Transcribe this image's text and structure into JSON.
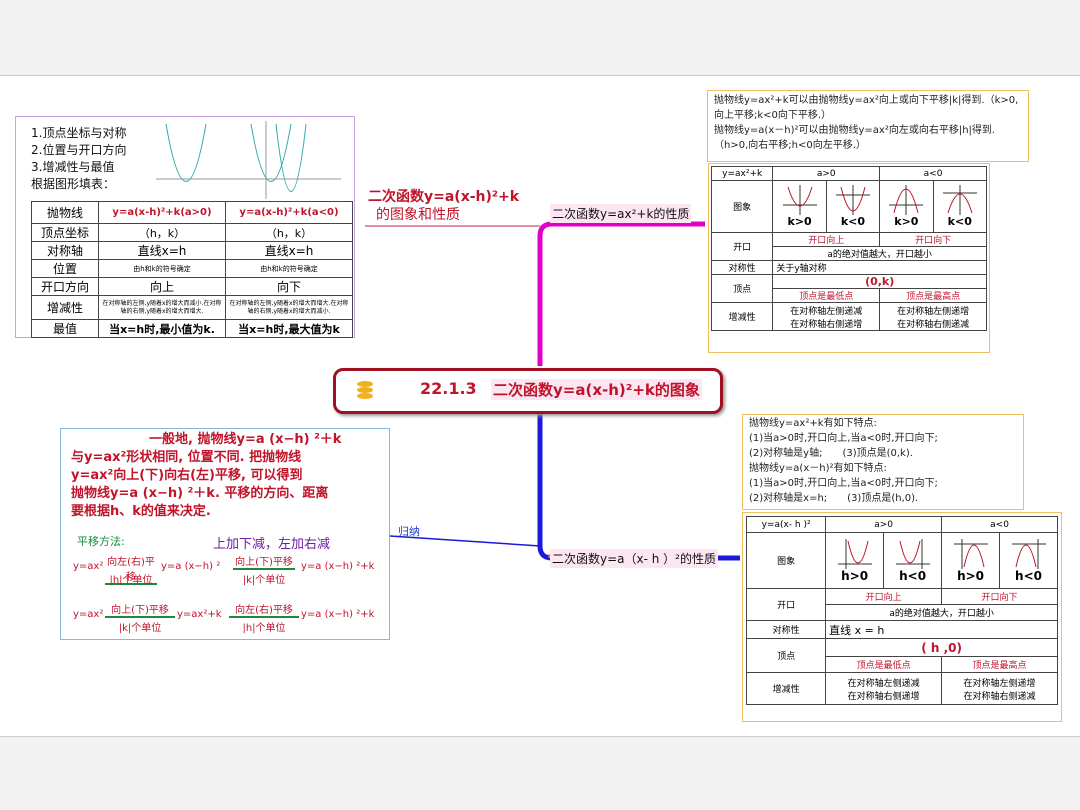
{
  "central": {
    "number": "22.1.3",
    "title": "二次函数y=a(x-h)²+k的图象"
  },
  "branch_top_left": {
    "label_line1": "二次函数y=a(x-h)²+k",
    "label_line2": "的图象和性质"
  },
  "branch_top_right": {
    "label": "二次函数y=ax²+k的性质"
  },
  "branch_bottom_left": {
    "label": "归纳"
  },
  "branch_bottom_right": {
    "label": "二次函数y=a（x- h ）²的性质"
  },
  "tl_panel": {
    "intro": [
      "1.顶点坐标与对称",
      "2.位置与开口方向",
      "3.增减性与最值",
      "根据图形填表："
    ],
    "header": [
      "抛物线",
      "y=a(x-h)²+k(a>0)",
      "y=a(x-h)²+k(a<0)"
    ],
    "rows": [
      [
        "顶点坐标",
        "（h，k）",
        "（h，k）"
      ],
      [
        "对称轴",
        "直线x=h",
        "直线x=h"
      ],
      [
        "位置",
        "由h和k的符号确定",
        "由h和k的符号确定"
      ],
      [
        "开口方向",
        "向上",
        "向下"
      ],
      [
        "增减性",
        "在对称轴的左侧,y随着x的增大而减小.在对称轴的右侧,y随着x的增大而增大.",
        "在对称轴的左侧,y随着x的增大而增大.在对称轴的右侧,y随着x的增大而减小."
      ],
      [
        "最值",
        "当x=h时,最小值为k.",
        "当x=h时,最大值为k"
      ]
    ]
  },
  "tr_note": {
    "line1": "抛物线y=ax²+k可以由抛物线y=ax²向上或向下平移|k|得到.（k>0,向上平移;k<0向下平移.）",
    "line2": "抛物线y=a(x－h)²可以由抛物线y=ax²向左或向右平移|h|得到.（h>0,向右平移;h<0向左平移.）"
  },
  "tr_table": {
    "corner": "y=ax²+k",
    "col_pos": "a>0",
    "col_neg": "a<0",
    "row_graph": "图象",
    "graph_labels": [
      "k>0",
      "k<0",
      "k>0",
      "k<0"
    ],
    "row_open": "开口",
    "open_pos": "开口向上",
    "open_neg": "开口向下",
    "open_note": "a的绝对值越大，开口越小",
    "row_axis": "对称性",
    "axis_val": "关于y轴对称",
    "row_vertex": "顶点",
    "vertex_val": "(0,k)",
    "vertex_pos": "顶点是最低点",
    "vertex_neg": "顶点是最高点",
    "row_mono": "增减性",
    "mono_pos": [
      "在对称轴左侧递减",
      "在对称轴右侧递增"
    ],
    "mono_neg": [
      "在对称轴左侧递增",
      "在对称轴右侧递减"
    ]
  },
  "br_note": {
    "lines": [
      "抛物线y=ax²+k有如下特点:",
      "(1)当a>0时,开口向上,当a<0时,开口向下;",
      "(2)对称轴是y轴;　　(3)顶点是(0,k).",
      "抛物线y=a(x－h)²有如下特点:",
      "(1)当a>0时,开口向上,当a<0时,开口向下;",
      "(2)对称轴是x=h;　　(3)顶点是(h,0)."
    ]
  },
  "br_table": {
    "corner": "y=a(x- h )²",
    "col_pos": "a>0",
    "col_neg": "a<0",
    "row_graph": "图象",
    "graph_labels": [
      "h>0",
      "h<0",
      "h>0",
      "h<0"
    ],
    "row_open": "开口",
    "open_pos": "开口向上",
    "open_neg": "开口向下",
    "open_note": "a的绝对值越大，开口越小",
    "row_axis": "对称性",
    "axis_val": "直线 x = h",
    "row_vertex": "顶点",
    "vertex_val": "( h ,0)",
    "vertex_pos": "顶点是最低点",
    "vertex_neg": "顶点是最高点",
    "row_mono": "增减性",
    "mono_pos": [
      "在对称轴左侧递减",
      "在对称轴右侧递增"
    ],
    "mono_neg": [
      "在对称轴左侧递增",
      "在对称轴右侧递减"
    ]
  },
  "bl_panel": {
    "paragraph": [
      "一般地, 抛物线y=a (x−h) ²＋k",
      "与y=ax²形状相同, 位置不同. 把抛物线",
      "y=ax²向上(下)向右(左)平移, 可以得到",
      "抛物线y=a (x−h) ²＋k. 平移的方向、距离",
      "要根据h、k的值来决定."
    ],
    "method_label": "平移方法:",
    "rule": "上加下减，左加右减",
    "f1_left": "y=ax²",
    "f1_arrow_top": "向左(右)平移",
    "f1_arrow_bottom": "|h|个单位",
    "f1_mid": "y=a (x−h) ²",
    "f1_arrow2_top": "向上(下)平移",
    "f1_arrow2_bottom": "|k|个单位",
    "f1_right": "y=a (x−h) ²+k",
    "f2_left": "y=ax²",
    "f2_arrow_top": "向上(下)平移",
    "f2_arrow_bottom": "|k|个单位",
    "f2_mid": "y=ax²+k",
    "f2_arrow2_top": "向左(右)平移",
    "f2_arrow2_bottom": "|h|个单位",
    "f2_right": "y=a (x−h) ²+k"
  },
  "colors": {
    "magenta": "#e000c8",
    "blue": "#1a1ad8",
    "orange": "#e88a1a",
    "red": "#c0142b",
    "pink": "#e58fa0"
  }
}
